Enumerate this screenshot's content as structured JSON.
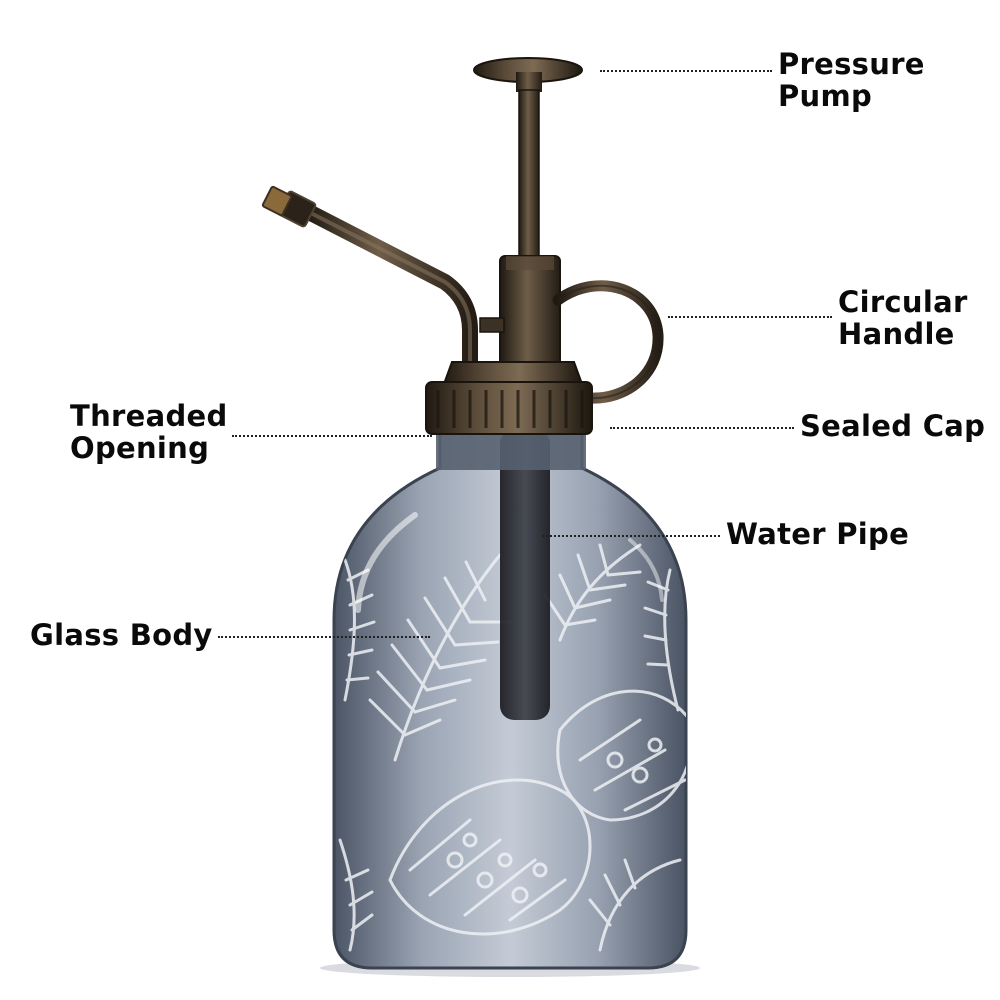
{
  "product": {
    "name": "plant mister spray bottle",
    "metal_color": "#3a2f24",
    "glass_color": "#7a8494",
    "leaf_motif": "tropical leaves"
  },
  "annotations": [
    {
      "id": "pressure-pump",
      "lines": [
        "Pressure",
        "Pump"
      ]
    },
    {
      "id": "circular-handle",
      "lines": [
        "Circular",
        "Handle"
      ]
    },
    {
      "id": "sealed-cap",
      "lines": [
        "Sealed Cap"
      ]
    },
    {
      "id": "threaded-opening",
      "lines": [
        "Threaded",
        "Opening"
      ]
    },
    {
      "id": "water-pipe",
      "lines": [
        "Water Pipe"
      ]
    },
    {
      "id": "glass-body",
      "lines": [
        "Glass Body"
      ]
    }
  ]
}
